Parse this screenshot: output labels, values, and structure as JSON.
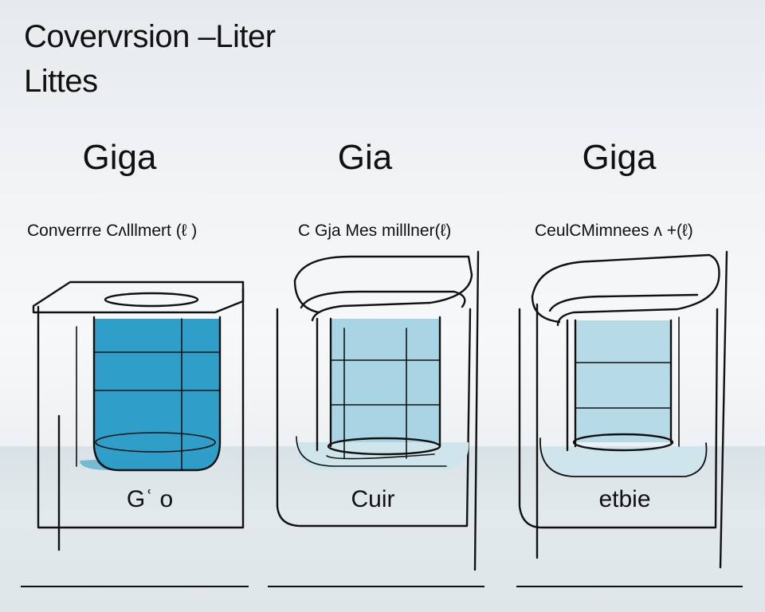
{
  "title": {
    "line1": "Covervrsion –Liter",
    "line2": "Littes"
  },
  "columns": [
    {
      "heading": "Giga",
      "caption": "Converrre Cʌlllmert (ℓ )",
      "label": "Gʿ o"
    },
    {
      "heading": "Gia",
      "caption": "C  Gja Mes milllner(ℓ)",
      "label": "Cuir"
    },
    {
      "heading": "Giga",
      "caption": "CeulCMimnees ʌ  +(ℓ)",
      "label": "etbie"
    }
  ],
  "colors": {
    "liquid_1": "#2f9ec8",
    "liquid_2": "#a9d4e4",
    "liquid_3": "#b6dbe7",
    "outline": "#111111"
  }
}
